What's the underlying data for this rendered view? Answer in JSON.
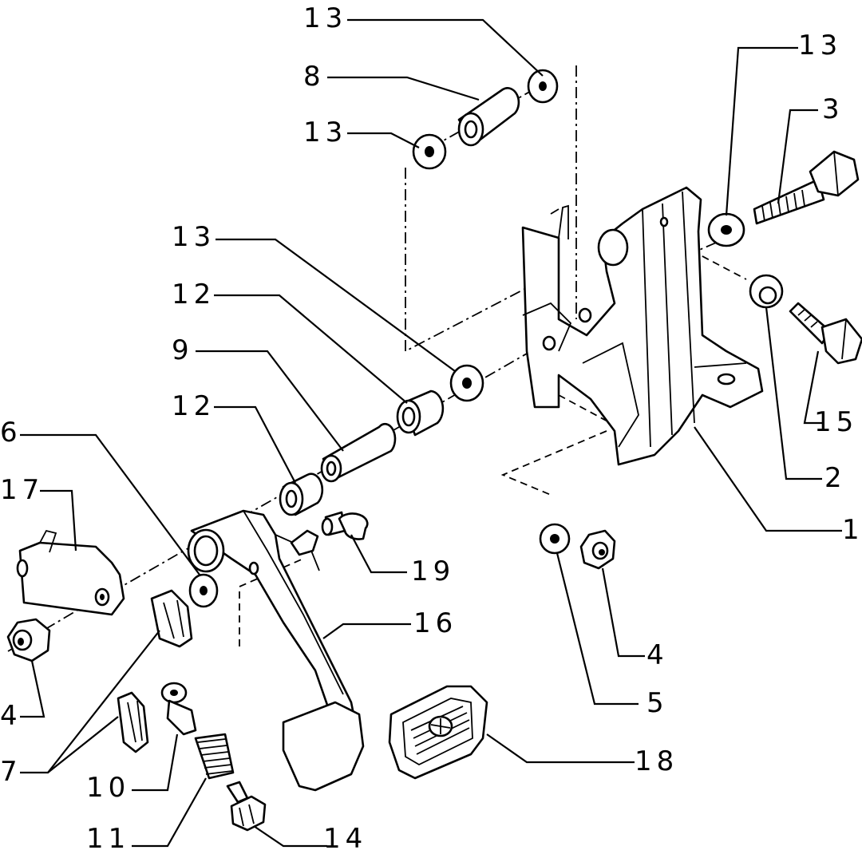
{
  "callouts": {
    "c13a": "13",
    "c8": "8",
    "c13b": "13",
    "c13c": "13",
    "c3": "3",
    "c13d": "13",
    "c12a": "12",
    "c9": "9",
    "c12b": "12",
    "c6": "6",
    "c17": "17",
    "c15": "15",
    "c2": "2",
    "c1": "1",
    "c19": "19",
    "c4a": "4",
    "c5": "5",
    "c4b": "4",
    "c16": "16",
    "c7": "7",
    "c10": "10",
    "c18": "18",
    "c11": "11",
    "c14": "14"
  }
}
